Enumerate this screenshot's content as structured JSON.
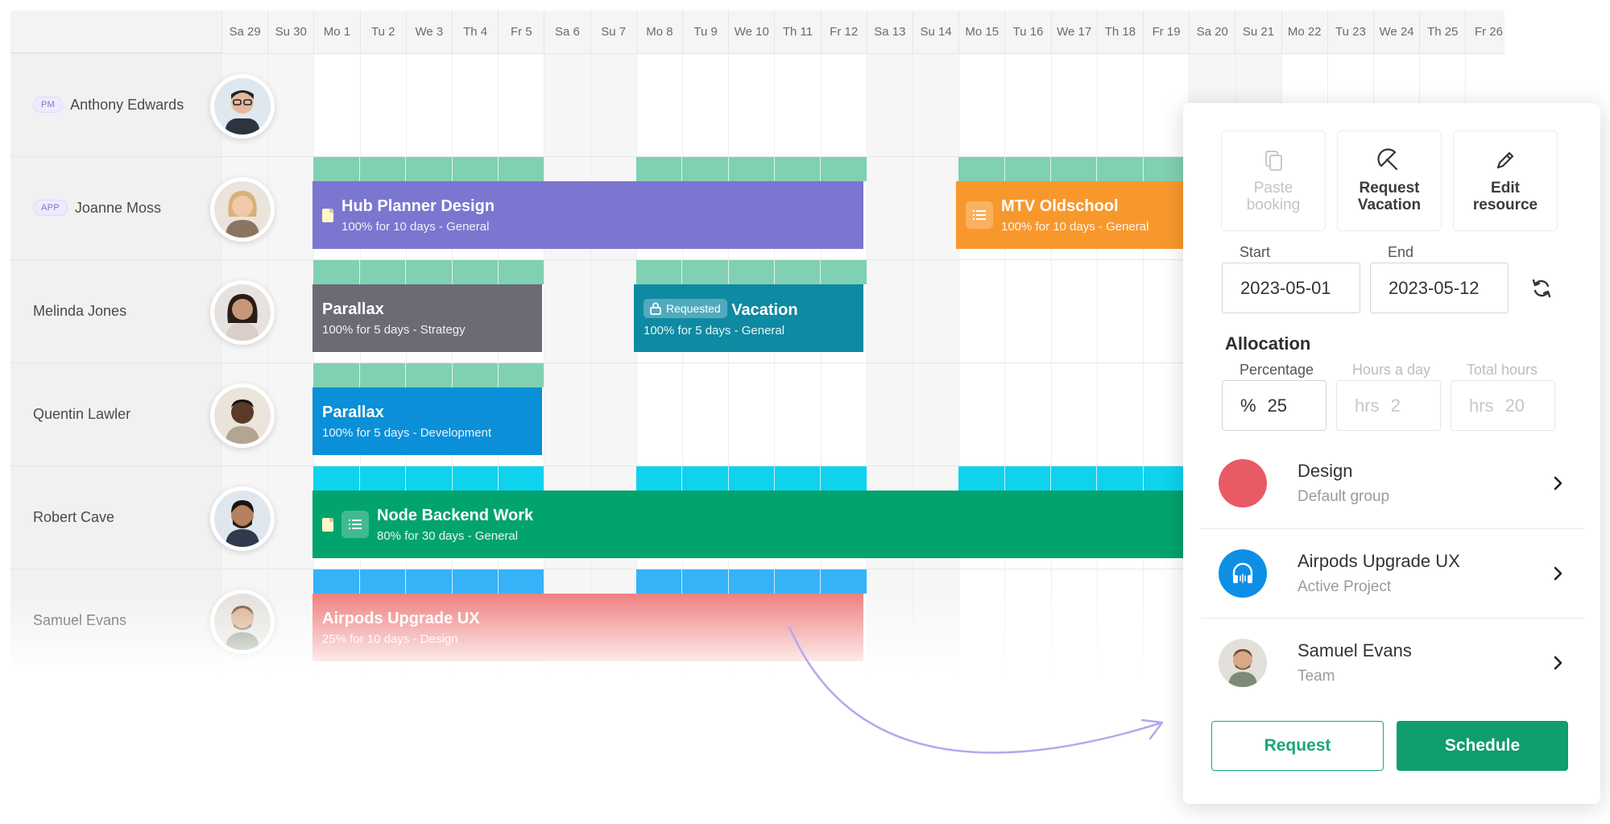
{
  "timeline": {
    "days": [
      "Sa 29",
      "Su 30",
      "Mo 1",
      "Tu 2",
      "We 3",
      "Th 4",
      "Fr 5",
      "Sa 6",
      "Su 7",
      "Mo 8",
      "Tu 9",
      "We 10",
      "Th 11",
      "Fr 12",
      "Sa 13",
      "Su 14",
      "Mo 15",
      "Tu 16",
      "We 17",
      "Th 18",
      "Fr 19",
      "Sa 20",
      "Su 21",
      "Mo 22",
      "Tu 23",
      "We 24",
      "Th 25",
      "Fr 26"
    ]
  },
  "resources": [
    {
      "name": "Anthony Edwards",
      "badge": "PM"
    },
    {
      "name": "Joanne Moss",
      "badge": "APP"
    },
    {
      "name": "Melinda Jones",
      "badge": ""
    },
    {
      "name": "Quentin Lawler",
      "badge": ""
    },
    {
      "name": "Robert Cave",
      "badge": ""
    },
    {
      "name": "Samuel Evans",
      "badge": ""
    }
  ],
  "bookings": {
    "hub": {
      "title": "Hub Planner Design",
      "sub": "100% for 10 days - General",
      "color": "#7b76cf"
    },
    "mtv": {
      "title": "MTV Oldschool",
      "sub": "100% for 10 days - General",
      "color": "#f8982c"
    },
    "parallax_strategy": {
      "title": "Parallax",
      "sub": "100% for 5 days - Strategy",
      "color": "#6b6b76"
    },
    "vacation": {
      "title": "Vacation",
      "sub": "100% for 5 days - General",
      "badge": "Requested",
      "color": "#0e8aa2"
    },
    "parallax_dev": {
      "title": "Parallax",
      "sub": "100% for 5 days - Development",
      "color": "#0a8fd8"
    },
    "node": {
      "title": "Node Backend Work",
      "sub": "80% for 30 days - General",
      "color": "#02a36e"
    },
    "airpods": {
      "title": "Airpods Upgrade UX",
      "sub": "25% for 10 days - Design",
      "color": "#ee7b7b"
    }
  },
  "capacity_colors": {
    "green": "#7fd1b1",
    "cyan": "#0fd2ee",
    "blue": "#36b2f8"
  },
  "panel": {
    "actions": {
      "paste": "Paste booking",
      "vacation": "Request Vacation",
      "edit": "Edit resource"
    },
    "start": {
      "label": "Start",
      "value": "2023-05-01"
    },
    "end": {
      "label": "End",
      "value": "2023-05-12"
    },
    "allocation": {
      "title": "Allocation",
      "percentage": {
        "label": "Percentage",
        "unit": "%",
        "value": "25"
      },
      "hours_day": {
        "label": "Hours a day",
        "unit": "hrs",
        "value": "2"
      },
      "total_hours": {
        "label": "Total hours",
        "unit": "hrs",
        "value": "20"
      }
    },
    "category": {
      "title": "Design",
      "sub": "Default group",
      "color": "#e85b65"
    },
    "project": {
      "title": "Airpods Upgrade UX",
      "sub": "Active Project",
      "color": "#0e8fe6"
    },
    "resource": {
      "title": "Samuel Evans",
      "sub": "Team"
    },
    "request_button": "Request",
    "schedule_button": "Schedule"
  }
}
